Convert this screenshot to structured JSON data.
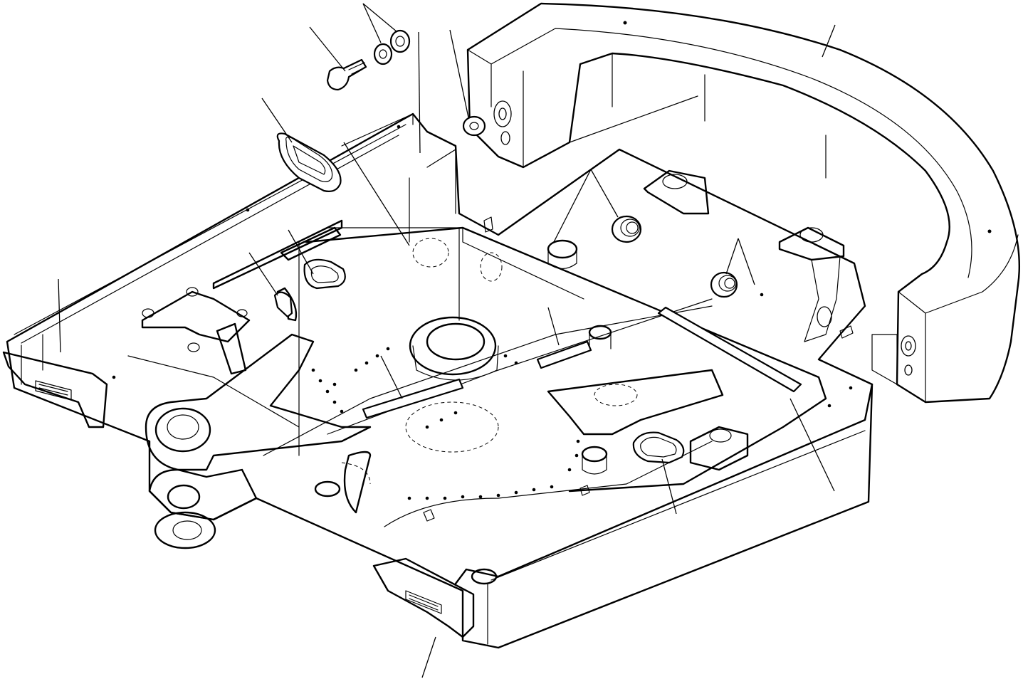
{
  "figure": {
    "parts": [
      {
        "icon": "counterweight"
      },
      {
        "icon": "bolt"
      },
      {
        "icon": "washer"
      },
      {
        "icon": "spacer-washer"
      },
      {
        "icon": "grommet"
      },
      {
        "icon": "rubber-plug"
      },
      {
        "icon": "cover-plate"
      },
      {
        "icon": "swing-bracket"
      },
      {
        "icon": "revolving-frame"
      },
      {
        "icon": "rubber-strip"
      }
    ]
  }
}
